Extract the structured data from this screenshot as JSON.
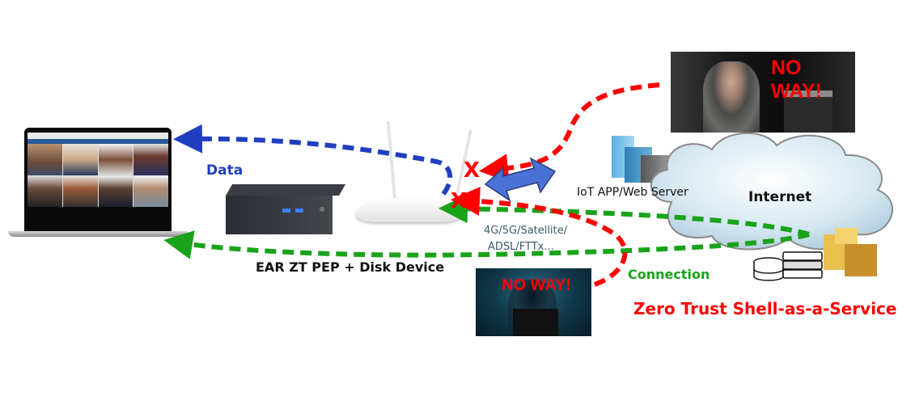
{
  "diagram": {
    "title": "Zero Trust Shell-as-a-Service",
    "labels": {
      "data": "Data",
      "device": "EAR ZT PEP + Disk Device",
      "iot_server": "IoT APP/Web Server",
      "internet": "Internet",
      "links": [
        "4G/5G/Satellite/",
        "ADSL/FTTx..."
      ],
      "connection": "Connection",
      "title": "Zero Trust Shell-as-a-Service"
    },
    "blocked_marks": [
      "X",
      "X"
    ],
    "attackers": [
      {
        "name": "eavesdropper",
        "caption": "NO WAY!"
      },
      {
        "name": "hacker",
        "caption": "NO WAY!"
      }
    ],
    "colors": {
      "data_path": "#1f3fbf",
      "connection_path": "#1aa31a",
      "attack_path": "#ff0000",
      "block_mark": "#ff0000",
      "title": "#ff0000",
      "data_label": "#1f3fbf",
      "connection_label": "#1aa31a"
    }
  }
}
